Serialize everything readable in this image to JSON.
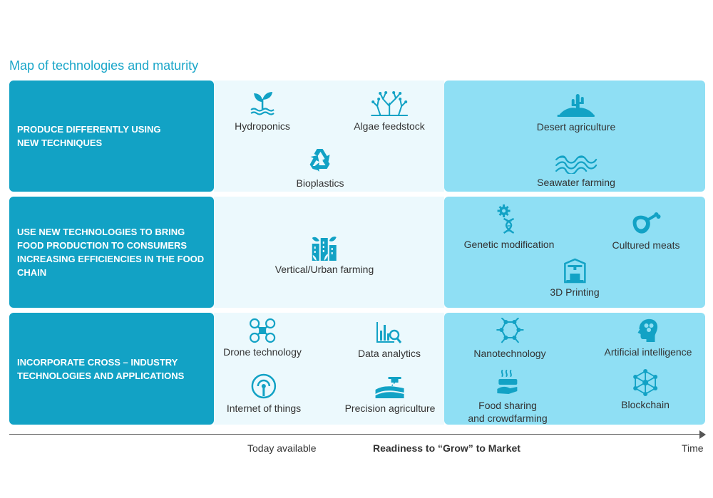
{
  "title": "Map of technologies and maturity",
  "rows": [
    {
      "label": "PRODUCE DIFFERENTLY USING NEW TECHNIQUES"
    },
    {
      "label": "USE NEW TECHNOLOGIES TO BRING FOOD PRODUCTION TO CONSUMERS INCREASING EFFICIENCIES IN THE FOOD CHAIN"
    },
    {
      "label": "INCORPORATE CROSS – INDUSTRY TECHNOLOGIES AND APPLICATIONS"
    }
  ],
  "technologies": {
    "hydroponics": "Hydroponics",
    "algae": "Algae feedstock",
    "bioplastics": "Bioplastics",
    "desert": "Desert agriculture",
    "seawater": "Seawater farming",
    "vertical": "Vertical/Urban farming",
    "genetic": "Genetic modification",
    "cultured": "Cultured meats",
    "printing": "3D Printing",
    "drone": "Drone technology",
    "data": "Data analytics",
    "iot": "Internet of things",
    "precision": "Precision agriculture",
    "nano": "Nanotechnology",
    "ai": "Artificial intelligence",
    "food_sharing_1": "Food sharing",
    "food_sharing_2": "and crowdfarming",
    "blockchain": "Blockchain"
  },
  "axis": {
    "left": "Today available",
    "center": "Readiness to “Grow” to Market",
    "right": "Time"
  },
  "colors": {
    "accent": "#12a2c5",
    "title": "#1aa6c9",
    "mid_panel": "#ecf9fd",
    "right_panel": "#8fdff4"
  }
}
